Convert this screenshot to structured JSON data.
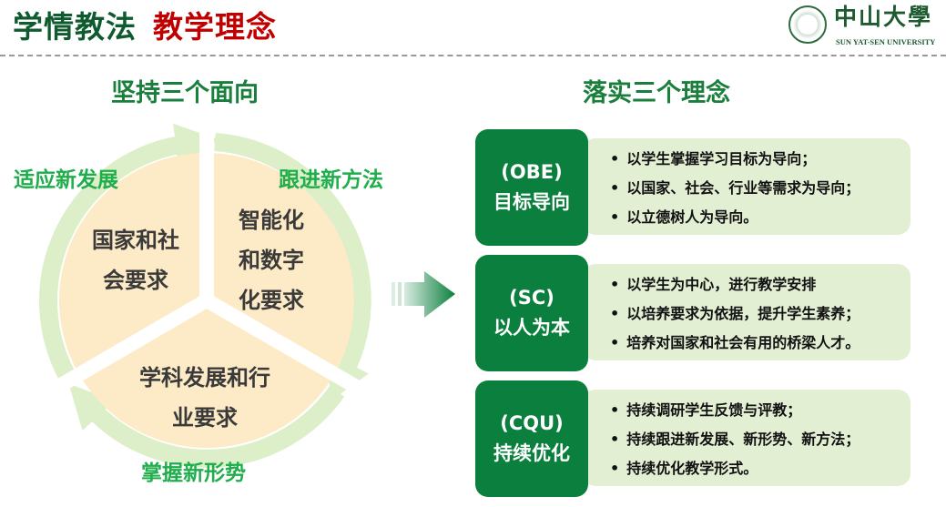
{
  "header": {
    "title_part1": "学情教法",
    "title_part2": "教学理念",
    "logo_cn": "中山大學",
    "logo_en": "SUN YAT-SEN UNIVERSITY"
  },
  "left": {
    "heading": "坚持三个面向",
    "ring_labels": [
      "适应新发展",
      "跟进新方法",
      "掌握新形势"
    ],
    "sectors": [
      {
        "lines": [
          "国家和社",
          "会要求"
        ]
      },
      {
        "lines": [
          "智能化",
          "和数字",
          "化要求"
        ]
      },
      {
        "lines": [
          "学科发展和行",
          "业要求"
        ]
      }
    ]
  },
  "right": {
    "heading": "落实三个理念",
    "concepts": [
      {
        "code": "(OBE)",
        "name": "目标导向",
        "points": [
          "以学生掌握学习目标为导向；",
          "以国家、社会、行业等需求为导向；",
          "以立德树人为导向。"
        ]
      },
      {
        "code": "(SC)",
        "name": "以人为本",
        "points": [
          "以学生为中心，进行教学安排",
          "以培养要求为依据，提升学生素养；",
          "培养对国家和社会有用的桥梁人才。"
        ]
      },
      {
        "code": "(CQU)",
        "name": "持续优化",
        "points": [
          "持续调研学生反馈与评教；",
          "持续跟进新发展、新形势、新方法；",
          "持续优化教学形式。"
        ]
      }
    ]
  },
  "colors": {
    "dark_green": "#0b7f3e",
    "light_green": "#e2efd3",
    "sector_fill": "#fdeac6",
    "ring": "#dcefc9",
    "red": "#c00000"
  }
}
